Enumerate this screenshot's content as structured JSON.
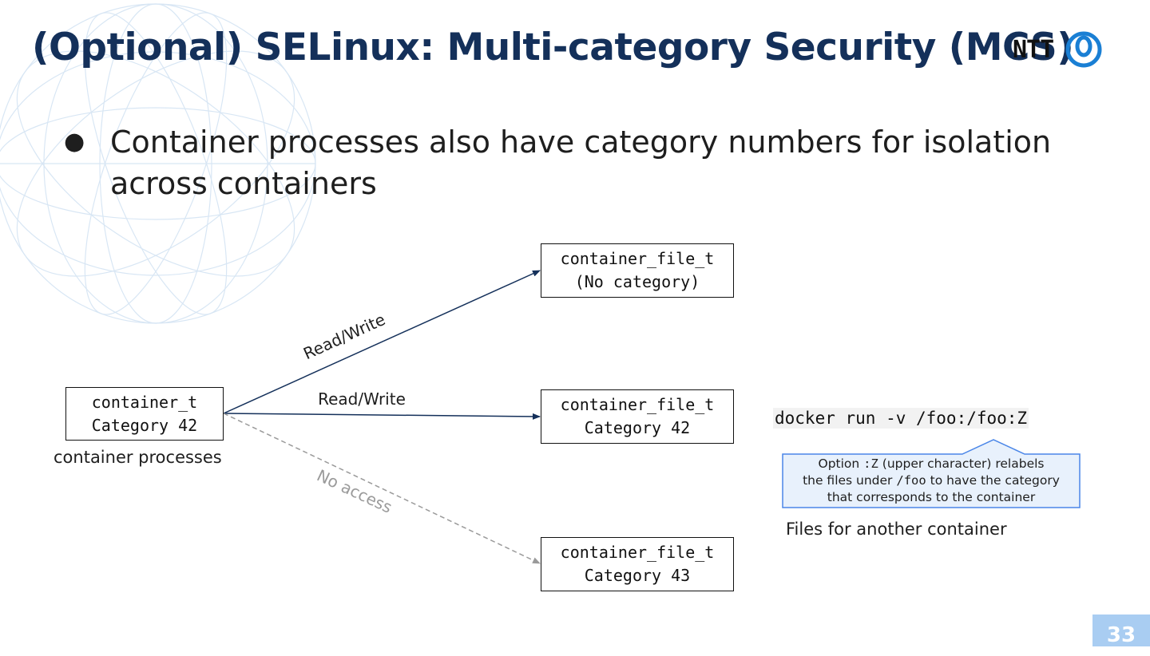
{
  "slide": {
    "title": "(Optional) SELinux: Multi-category Security (MCS)",
    "logo_text": "NTT",
    "page_number": "33",
    "bullet": {
      "line1": "Container processes also have category numbers for isolation",
      "line2": "across containers"
    }
  },
  "diagram": {
    "source": {
      "line1": "container_t",
      "line2": "Category 42",
      "caption": "container processes"
    },
    "targets": [
      {
        "line1": "container_file_t",
        "line2": "(No category)"
      },
      {
        "line1": "container_file_t",
        "line2": "Category 42"
      },
      {
        "line1": "container_file_t",
        "line2": "Category 43"
      }
    ],
    "edges": [
      {
        "label": "Read/Write",
        "access": "allowed"
      },
      {
        "label": "Read/Write",
        "access": "allowed"
      },
      {
        "label": "No access",
        "access": "denied"
      }
    ],
    "command": "docker run -v /foo:/foo:Z",
    "callout": {
      "t1": "Option ",
      "c1": ":Z",
      "t2": " (upper character) relabels",
      "t3": "the files under ",
      "c2": "/foo",
      "t4": " to have the category",
      "t5": "that corresponds to the container"
    },
    "side_caption": "Files for another container"
  },
  "colors": {
    "title": "#14305a",
    "arrow": "#14305a",
    "denied": "#9a9a9a",
    "callout_fill": "#e8f1fc",
    "callout_border": "#4a86e8",
    "page_badge": "#a9cdf2"
  }
}
